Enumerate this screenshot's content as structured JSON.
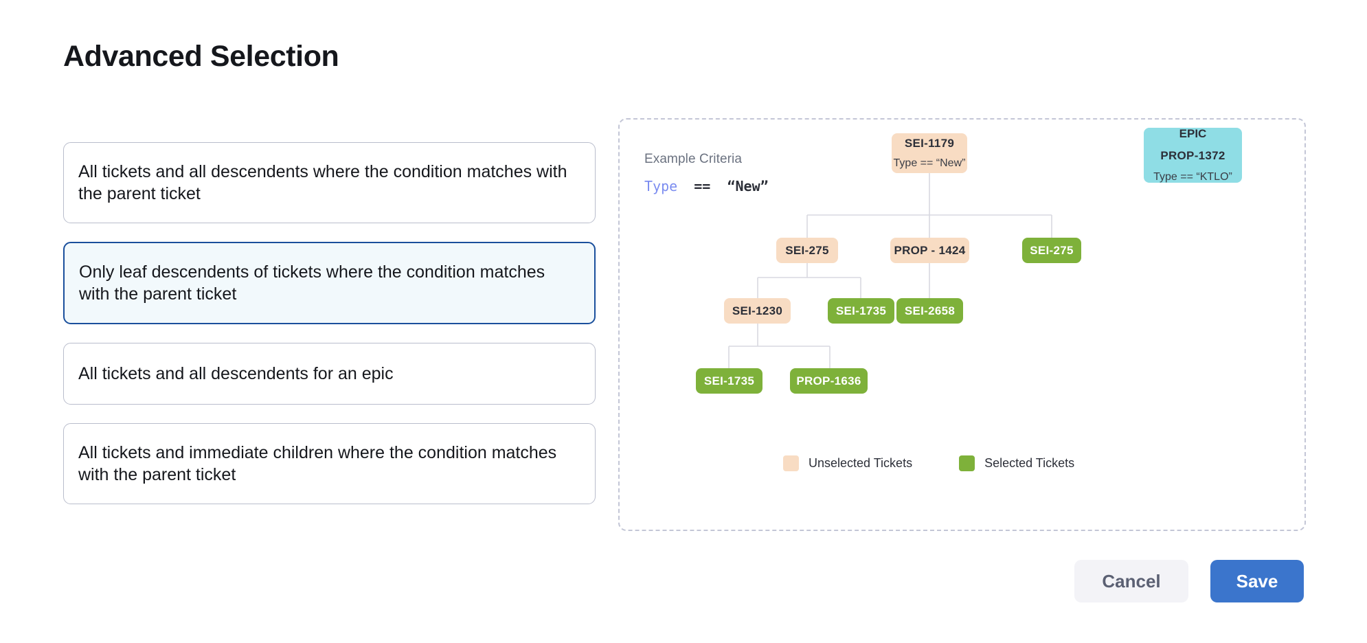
{
  "page": {
    "title": "Advanced Selection"
  },
  "options": [
    {
      "id": "all-descendents-condition",
      "label": "All tickets and all descendents where the condition matches with the parent ticket",
      "selected": false
    },
    {
      "id": "leaf-descendents-condition",
      "label": "Only leaf descendents of tickets where the condition matches with the parent ticket",
      "selected": true
    },
    {
      "id": "all-descendents-epic",
      "label": "All tickets and all descendents for an epic",
      "selected": false
    },
    {
      "id": "immediate-children-condition",
      "label": "All tickets and immediate children where the condition matches with the parent ticket",
      "selected": false
    }
  ],
  "preview": {
    "criteria_label": "Example Criteria",
    "criteria": {
      "field": "Type",
      "operator": "==",
      "value": "“New”"
    },
    "nodes": {
      "root": {
        "code": "SEI-1179",
        "meta": "Type == “New”",
        "state": "unselected"
      },
      "epic": {
        "kind": "EPIC",
        "code": "PROP-1372",
        "meta": "Type == “KTLO”",
        "state": "epic"
      },
      "l2a": {
        "code": "SEI-275",
        "state": "unselected"
      },
      "l2b": {
        "code": "PROP - 1424",
        "state": "unselected"
      },
      "l2c": {
        "code": "SEI-275",
        "state": "selected"
      },
      "l3a": {
        "code": "SEI-1230",
        "state": "unselected"
      },
      "l3b": {
        "code": "SEI-1735",
        "state": "selected"
      },
      "l3c": {
        "code": "SEI-2658",
        "state": "selected"
      },
      "l4a": {
        "code": "SEI-1735",
        "state": "selected"
      },
      "l4b": {
        "code": "PROP-1636",
        "state": "selected"
      }
    },
    "legend": [
      {
        "id": "unselected",
        "label": "Unselected Tickets",
        "color": "#f8dcc3"
      },
      {
        "id": "selected",
        "label": "Selected Tickets",
        "color": "#7eb13a"
      }
    ]
  },
  "footer": {
    "cancel_label": "Cancel",
    "save_label": "Save"
  },
  "colors": {
    "accent_blue": "#3b75cc",
    "selected_card_border": "#1a4f9c",
    "selected_card_bg": "#f2f9fc",
    "unselected_node": "#f8dcc3",
    "selected_node": "#7eb13a",
    "epic_node": "#8fdde5",
    "panel_border": "#c3c6d6",
    "connector_line": "#d8d9e0"
  }
}
